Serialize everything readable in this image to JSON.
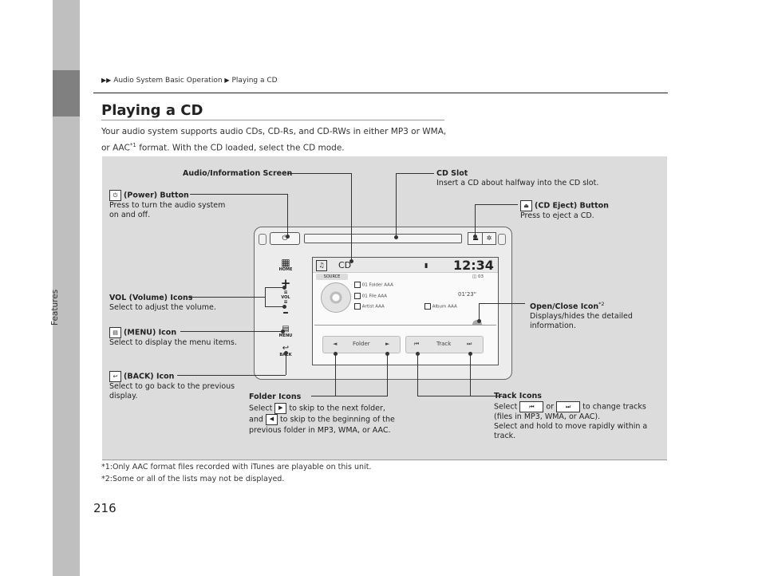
{
  "page": {
    "number": "216",
    "side_label": "Features",
    "breadcrumb": [
      "Audio System Basic Operation",
      "Playing a CD"
    ],
    "title": "Playing a CD",
    "intro_1": "Your audio system supports audio CDs, CD-Rs, and CD-RWs in either MP3 or WMA,",
    "intro_2a": "or AAC",
    "intro_sup": "*1",
    "intro_2b": " format. With the CD loaded, select the CD mode."
  },
  "callouts": {
    "audio_screen": "Audio/Information Screen",
    "cd_slot_title": "CD Slot",
    "cd_slot_desc": "Insert a CD about halfway into the CD slot.",
    "power_title": "(Power) Button",
    "power_desc": "Press to turn the audio system on and off.",
    "eject_title": "(CD Eject) Button",
    "eject_desc": "Press to eject a CD.",
    "vol_title": "VOL (Volume) Icons",
    "vol_desc": "Select to adjust the volume.",
    "open_close_title": "Open/Close Icon",
    "open_close_sup": "*2",
    "open_close_desc": "Displays/hides the detailed information.",
    "menu_title": "(MENU) Icon",
    "menu_desc": "Select to display the menu items.",
    "back_title": "(BACK) Icon",
    "back_desc": "Select to go back to the previous display.",
    "folder_title": "Folder Icons",
    "folder_desc_1": "Select",
    "folder_desc_2": "to skip to the next folder,",
    "folder_desc_3": "and",
    "folder_desc_4": "to skip to the beginning of the previous folder in MP3, WMA, or AAC.",
    "track_title": "Track Icons",
    "track_desc_1": "Select",
    "track_desc_or": "or",
    "track_desc_2": "to change tracks",
    "track_desc_3": "(files in MP3, WMA, or AAC).",
    "track_desc_4": "Select and hold to move rapidly within a track."
  },
  "screen": {
    "source_label": "CD",
    "clock": "12:34",
    "source_tab": "SOURCE",
    "track_num": "03",
    "folder_row": "01 Folder AAA",
    "file_row": "01 File AAA",
    "artist_row": "Artist AAA",
    "album_row": "Album AAA",
    "elapsed": "01'23\"",
    "folder_btn": "Folder",
    "track_btn": "Track",
    "home_label": "HOME",
    "vol_label": "VOL",
    "menu_label": "MENU",
    "back_label": "BACK"
  },
  "footnotes": [
    "*1:Only AAC format files recorded with iTunes are playable on this unit.",
    "*2:Some or all of the lists may not be displayed."
  ]
}
